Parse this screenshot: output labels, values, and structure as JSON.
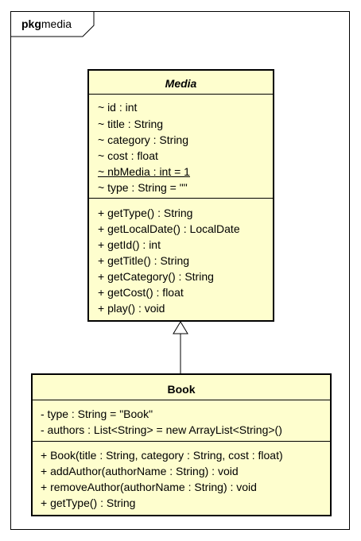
{
  "package": {
    "keyword": "pkg",
    "name": "media"
  },
  "media": {
    "name": "Media",
    "attributes": [
      "~ id : int",
      "~ title : String",
      "~ category : String",
      "~ cost : float",
      "~ nbMedia : int = 1",
      "~ type : String = \"\""
    ],
    "operations": [
      "+ getType() : String",
      "+ getLocalDate() : LocalDate",
      "+ getId() : int",
      "+ getTitle() : String",
      "+ getCategory() : String",
      "+ getCost() : float",
      "+ play() : void"
    ]
  },
  "book": {
    "name": "Book",
    "attributes": [
      "- type : String = \"Book\"",
      "- authors : List<String> = new ArrayList<String>()"
    ],
    "operations": [
      "+ Book(title : String, category : String, cost : float)",
      "+ addAuthor(authorName : String) : void",
      "+ removeAuthor(authorName : String) : void",
      "+ getType() : String"
    ]
  },
  "relations": [
    {
      "type": "generalization",
      "from": "Book",
      "to": "Media"
    }
  ],
  "colors": {
    "class_fill": "#fefece",
    "line": "#000000",
    "background": "#ffffff"
  }
}
